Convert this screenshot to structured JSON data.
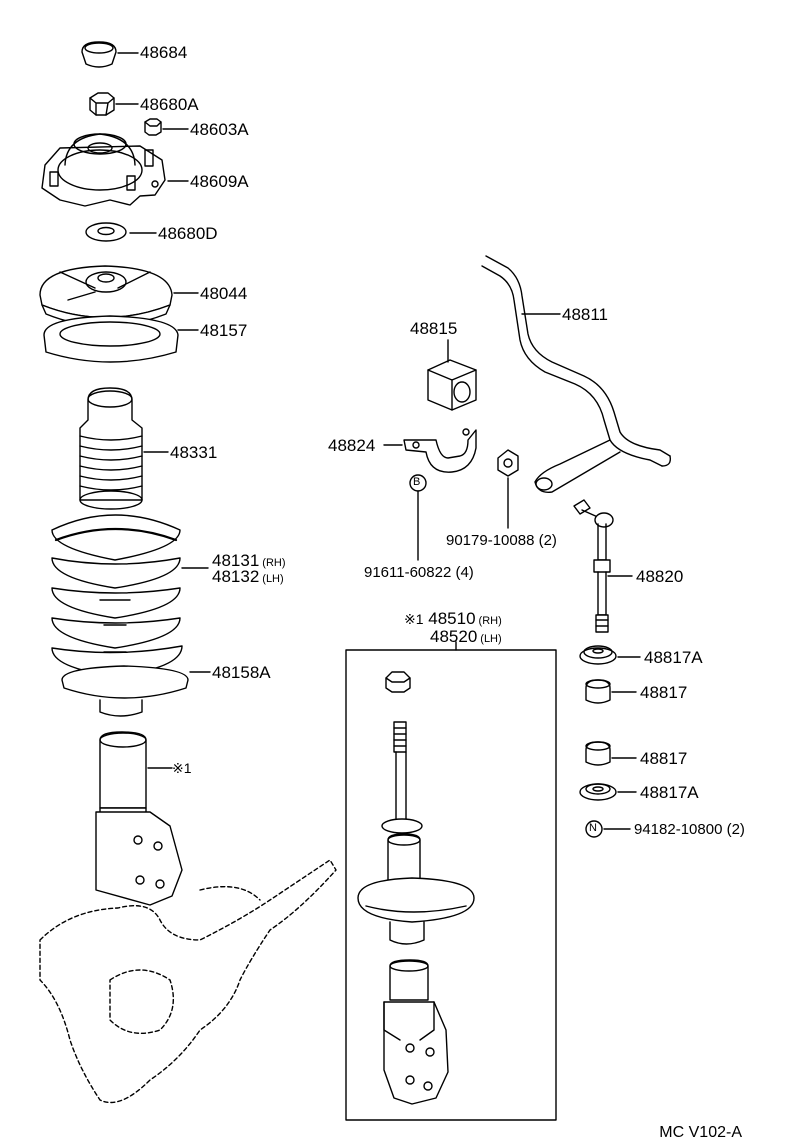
{
  "labels": {
    "p48684": "48684",
    "p48680A": "48680A",
    "p48603A": "48603A",
    "p48609A": "48609A",
    "p48680D": "48680D",
    "p48044": "48044",
    "p48157": "48157",
    "p48331": "48331",
    "p48131": "48131",
    "p48131_sfx": "(RH)",
    "p48132": "48132",
    "p48132_sfx": "(LH)",
    "p48158A": "48158A",
    "star1": "※1",
    "p48811": "48811",
    "p48815": "48815",
    "p48824": "48824",
    "mark_b": "B",
    "p90179": "90179-10088 (2)",
    "p91611": "91611-60822 (4)",
    "p48820": "48820",
    "p48510_prefix": "※1",
    "p48510": "48510",
    "p48510_sfx": "(RH)",
    "p48520": "48520",
    "p48520_sfx": "(LH)",
    "p48817A_top": "48817A",
    "p48817_top": "48817",
    "p48817_bottom": "48817",
    "p48817A_bottom": "48817A",
    "mark_n": "N",
    "p94182": "94182-10800 (2)"
  },
  "footer": {
    "code": "MC V102-A"
  }
}
